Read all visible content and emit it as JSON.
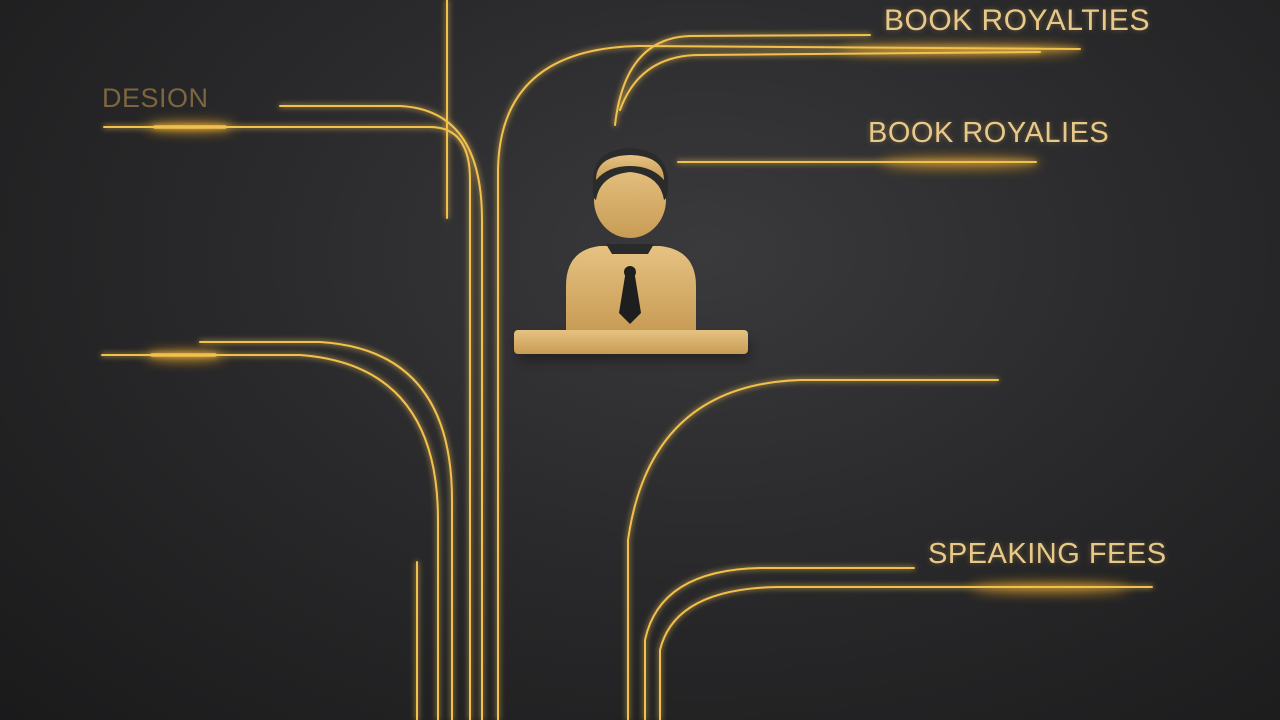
{
  "labels": {
    "book_royalties_top": "BOOK ROYALTIES",
    "book_royalies": "BOOK ROYALIES",
    "design": "DESION",
    "speaking_fees": "SPEAKING FEES"
  },
  "icons": {
    "center": "person-at-podium-icon"
  },
  "colors": {
    "background": "#2a2a2c",
    "gold_line": "#f2c14e",
    "gold_glow": "#ffb020",
    "icon_gold": "#d9b16c",
    "label_text": "#e8c98a",
    "faded_label": "#7c6640"
  }
}
